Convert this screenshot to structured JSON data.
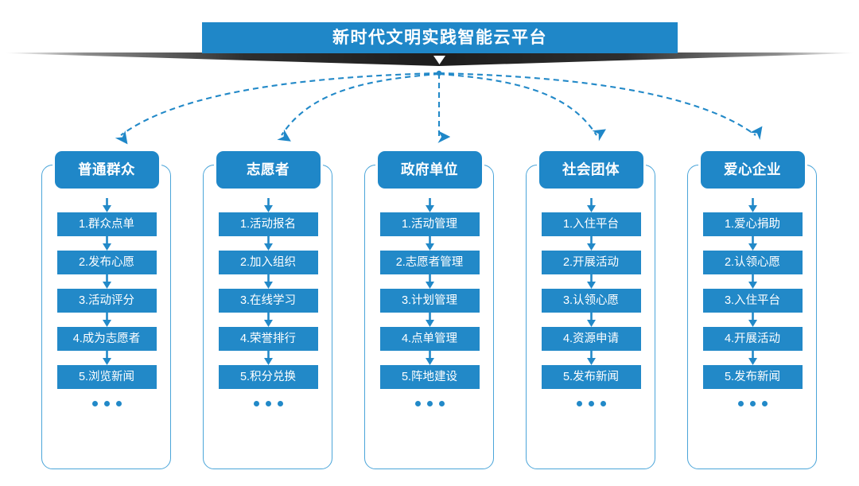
{
  "diagram": {
    "title": "新时代文明实践智能云平台",
    "colors": {
      "primary_blue": "#1f87c8",
      "box_blue": "#2289c8",
      "frame_border": "#4ba5d9",
      "ribbon_dark": "#262626",
      "connector_dashed": "#2289c8",
      "text_on_blue": "#ffffff",
      "background": "#ffffff"
    },
    "ellipsis": "...",
    "columns": [
      {
        "header": "普通群众",
        "steps": [
          "1.群众点单",
          "2.发布心愿",
          "3.活动评分",
          "4.成为志愿者",
          "5.浏览新闻"
        ]
      },
      {
        "header": "志愿者",
        "steps": [
          "1.活动报名",
          "2.加入组织",
          "3.在线学习",
          "4.荣誉排行",
          "5.积分兑换"
        ]
      },
      {
        "header": "政府单位",
        "steps": [
          "1.活动管理",
          "2.志愿者管理",
          "3.计划管理",
          "4.点单管理",
          "5.阵地建设"
        ]
      },
      {
        "header": "社会团体",
        "steps": [
          "1.入住平台",
          "2.开展活动",
          "3.认领心愿",
          "4.资源申请",
          "5.发布新闻"
        ]
      },
      {
        "header": "爱心企业",
        "steps": [
          "1.爱心捐助",
          "2.认领心愿",
          "3.入住平台",
          "4.开展活动",
          "5.发布新闻"
        ]
      }
    ]
  }
}
